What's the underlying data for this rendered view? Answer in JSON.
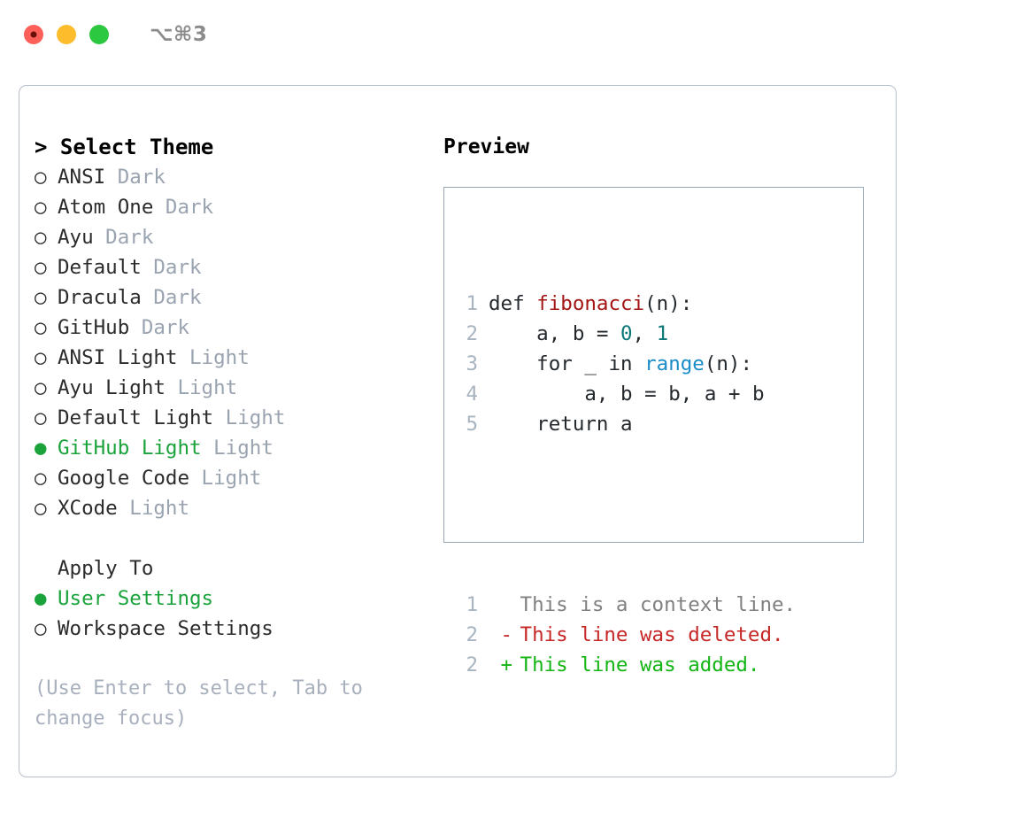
{
  "window": {
    "shortcut": "⌥⌘3",
    "traffic_lights": [
      "close",
      "minimize",
      "maximize"
    ],
    "colors": {
      "close": "#fc6058",
      "minimize": "#fdbc2c",
      "maximize": "#2bc840",
      "accent_green": "#1aa33a",
      "tag_gray": "#9aa3b0",
      "hint_gray": "#a8b0bd",
      "panel_border": "#b6bfcb",
      "preview_border": "#9aa7b4",
      "line_number": "#a8b4c0",
      "diff_add": "#13b413",
      "diff_del": "#c62828",
      "diff_ctx": "#808080"
    }
  },
  "theme_picker": {
    "prompt": ">",
    "title": "Select Theme",
    "bullet_selected": "●",
    "bullet_unselected": "○",
    "items": [
      {
        "name": "ANSI",
        "tag": "Dark",
        "selected": false
      },
      {
        "name": "Atom One",
        "tag": "Dark",
        "selected": false
      },
      {
        "name": "Ayu",
        "tag": "Dark",
        "selected": false
      },
      {
        "name": "Default",
        "tag": "Dark",
        "selected": false
      },
      {
        "name": "Dracula",
        "tag": "Dark",
        "selected": false
      },
      {
        "name": "GitHub",
        "tag": "Dark",
        "selected": false
      },
      {
        "name": "ANSI Light",
        "tag": "Light",
        "selected": false
      },
      {
        "name": "Ayu Light",
        "tag": "Light",
        "selected": false
      },
      {
        "name": "Default Light",
        "tag": "Light",
        "selected": false
      },
      {
        "name": "GitHub Light",
        "tag": "Light",
        "selected": true
      },
      {
        "name": "Google Code",
        "tag": "Light",
        "selected": false
      },
      {
        "name": "XCode",
        "tag": "Light",
        "selected": false
      }
    ]
  },
  "apply_to": {
    "title": "Apply To",
    "items": [
      {
        "name": "User Settings",
        "selected": true
      },
      {
        "name": "Workspace Settings",
        "selected": false
      }
    ]
  },
  "hint": "(Use Enter to select, Tab to change focus)",
  "preview": {
    "title": "Preview",
    "code_lines": [
      {
        "num": "1",
        "tokens": [
          {
            "t": "def ",
            "c": "plain"
          },
          {
            "t": "fibonacci",
            "c": "fn"
          },
          {
            "t": "(n):",
            "c": "plain"
          }
        ]
      },
      {
        "num": "2",
        "tokens": [
          {
            "t": "    a, b = ",
            "c": "plain"
          },
          {
            "t": "0",
            "c": "num"
          },
          {
            "t": ", ",
            "c": "plain"
          },
          {
            "t": "1",
            "c": "num"
          }
        ]
      },
      {
        "num": "3",
        "tokens": [
          {
            "t": "    for _ in ",
            "c": "plain"
          },
          {
            "t": "range",
            "c": "call"
          },
          {
            "t": "(n):",
            "c": "plain"
          }
        ]
      },
      {
        "num": "4",
        "tokens": [
          {
            "t": "        a, b = b, a + b",
            "c": "plain"
          }
        ]
      },
      {
        "num": "5",
        "tokens": [
          {
            "t": "    return a",
            "c": "plain"
          }
        ]
      }
    ],
    "diff_lines": [
      {
        "num": "1",
        "marker": " ",
        "text": "This is a context line.",
        "kind": "ctx"
      },
      {
        "num": "2",
        "marker": "-",
        "text": "This line was deleted.",
        "kind": "del"
      },
      {
        "num": "2",
        "marker": "+",
        "text": "This line was added.",
        "kind": "add"
      }
    ]
  }
}
